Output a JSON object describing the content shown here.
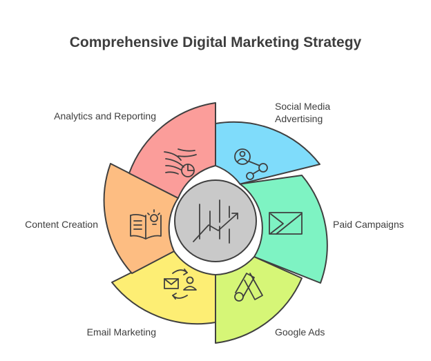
{
  "title": "Comprehensive Digital Marketing Strategy",
  "segments": [
    {
      "label": "Social Media Advertising",
      "color": "#7fdcfb",
      "icon": "social-network-person-icon"
    },
    {
      "label": "Paid Campaigns",
      "color": "#7ef3c3",
      "icon": "ad-banner-icon"
    },
    {
      "label": "Google Ads",
      "color": "#d6f677",
      "icon": "google-ads-logo-icon"
    },
    {
      "label": "Email Marketing",
      "color": "#fdee74",
      "icon": "email-contact-icon"
    },
    {
      "label": "Content Creation",
      "color": "#fdbd82",
      "icon": "book-lightbulb-icon"
    },
    {
      "label": "Analytics and Reporting",
      "color": "#fb9d9a",
      "icon": "data-pie-chart-icon"
    }
  ],
  "center": {
    "color": "#c9c9c9",
    "icon": "growth-chart-icon"
  }
}
